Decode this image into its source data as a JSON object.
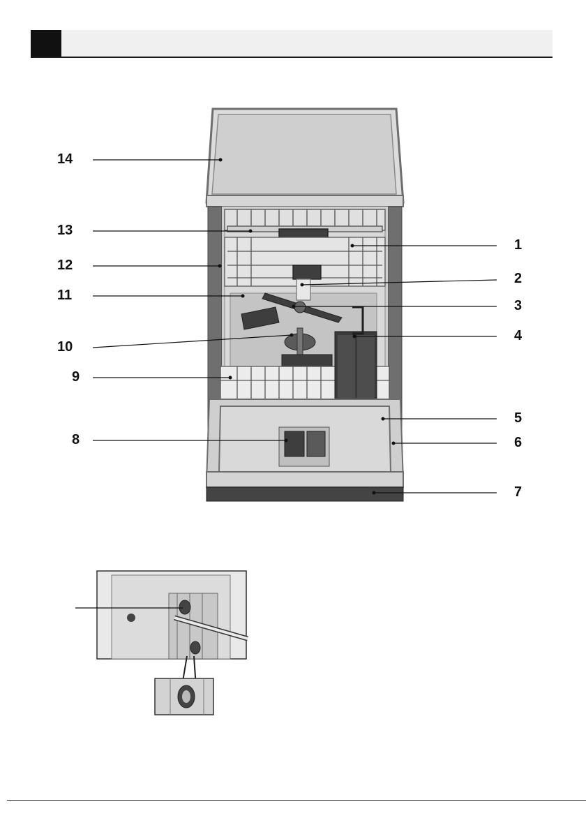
{
  "header": {
    "title": ""
  },
  "callouts": {
    "c1": "1",
    "c2": "2",
    "c3": "3",
    "c4": "4",
    "c5": "5",
    "c6": "6",
    "c7": "7",
    "c8": "8",
    "c9": "9",
    "c10": "10",
    "c11": "11",
    "c12": "12",
    "c13": "13",
    "c14": "14"
  },
  "colors": {
    "line": "#111111",
    "panel": "#e6e6e6",
    "frame": "#6e6e6e",
    "dark": "#444444"
  }
}
